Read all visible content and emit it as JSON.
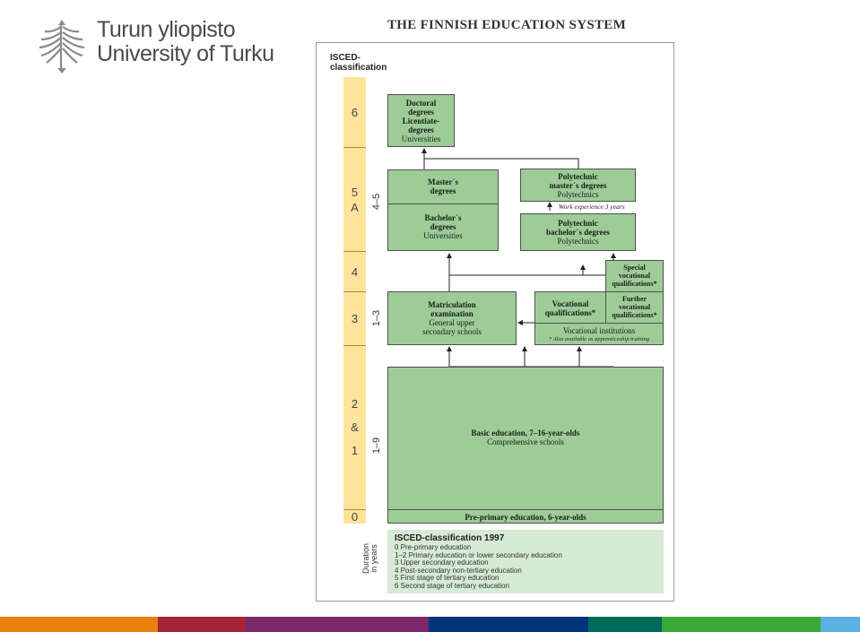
{
  "logo": {
    "line1": "Turun yliopisto",
    "line2": "University of Turku"
  },
  "figure": {
    "title": "THE FINNISH EDUCATION SYSTEM",
    "isced_label": "ISCED-\nclassification",
    "duration_label": "Duration\nin years",
    "levels": [
      {
        "id": "6",
        "label": "6"
      },
      {
        "id": "5a",
        "label": "5\nA"
      },
      {
        "id": "4",
        "label": "4"
      },
      {
        "id": "3",
        "label": "3"
      },
      {
        "id": "21",
        "label": "2\n&\n1"
      },
      {
        "id": "0",
        "label": "0"
      }
    ],
    "durations": {
      "tertiary": "4–5",
      "upper_secondary": "1–3",
      "basic": "1–9"
    },
    "boxes": {
      "doctoral": {
        "bold": "Doctoral\ndegrees\nLicentiate-\ndegrees",
        "normal": "Universities"
      },
      "masters": {
        "bold": "Master´s\ndegrees",
        "normal": ""
      },
      "bachelors": {
        "bold": "Bachelor´s\ndegrees",
        "normal": "Universities"
      },
      "poly_masters": {
        "bold": "Polytechnic\nmaster´s degrees",
        "normal": "Polytechnics"
      },
      "poly_bachelors": {
        "bold": "Polytechnic\nbachelor´s degrees",
        "normal": "Polytechnics"
      },
      "special_voc": {
        "bold": "Special\nvocational\nqualifications*",
        "normal": ""
      },
      "further_voc": {
        "bold": "Further\nvocational\nqualifications*",
        "normal": ""
      },
      "vocational": {
        "bold": "Vocational\nqualifications*",
        "normal": ""
      },
      "vocational_inst": {
        "bold": "",
        "normal": "Vocational institutions"
      },
      "matriculation": {
        "bold": "Matriculation\nexamination",
        "normal": "General upper\nsecondary schools"
      },
      "basic": {
        "bold": "Basic education, 7–16-year-olds",
        "normal": "Comprehensive schools"
      },
      "preprimary": {
        "bold": "Pre-primary education, 6-year-olds",
        "normal": ""
      }
    },
    "notes": {
      "work_experience": "Work experience 3 years",
      "apprenticeship": "* Also available as apprenticeship training"
    },
    "legend": {
      "title": "ISCED-classification 1997",
      "items": [
        "0  Pre-primary education",
        "1–2 Primary education or lower secondary education",
        "3 Upper secondary education",
        "4 Post-secondary non-tertiary education",
        "5 First stage of tertiary education",
        "6 Second stage of tertiary education"
      ]
    }
  },
  "stripes": [
    "#e8820c",
    "#a72338",
    "#7a2a6b",
    "#003478",
    "#006a5a",
    "#3aa935",
    "#5ab0e0"
  ]
}
